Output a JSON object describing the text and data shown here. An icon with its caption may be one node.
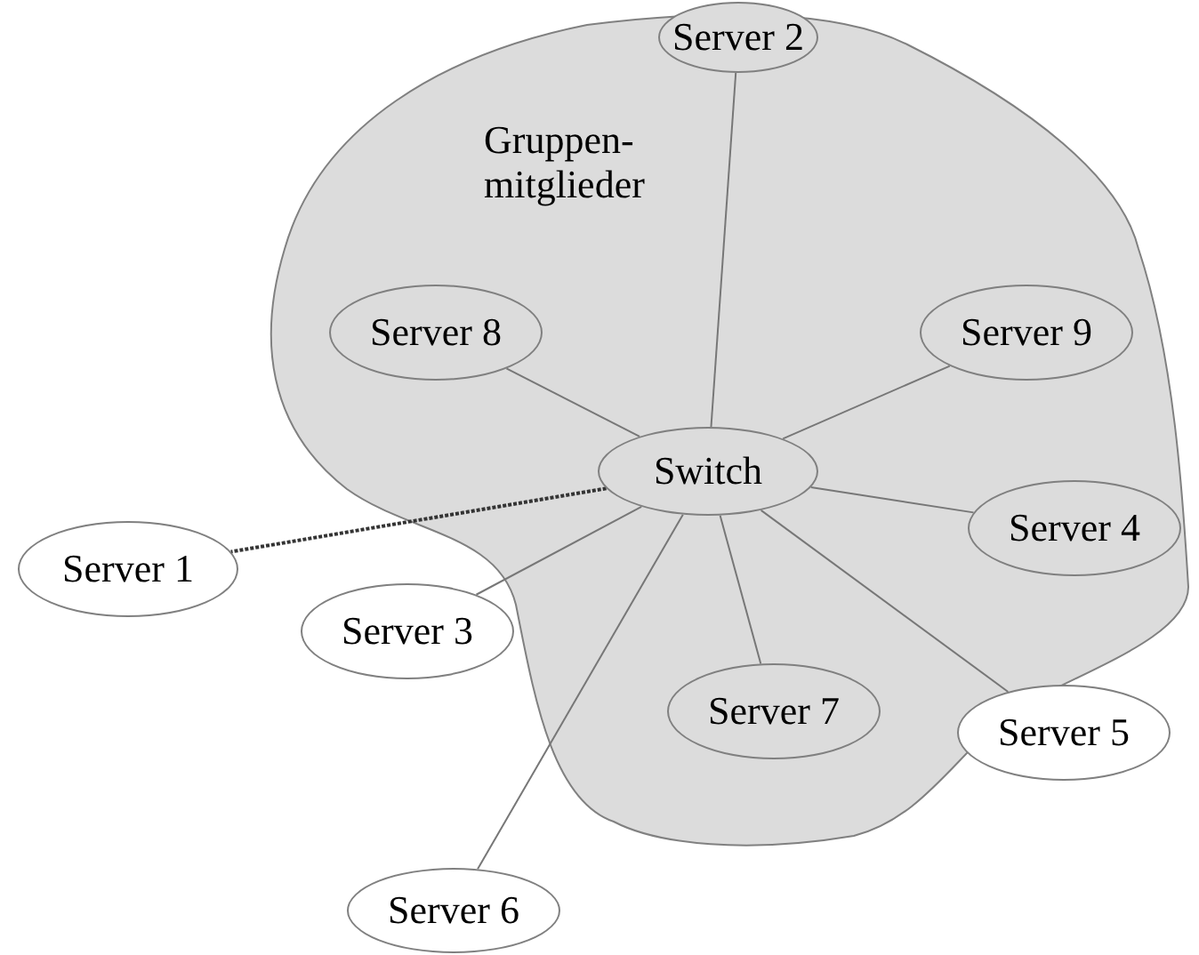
{
  "diagram": {
    "nodes": [
      {
        "text": [
          "Gruppen- mitglieder"
        ]
      },
      {
        "text": [
          "Server 2"
        ],
        "in": 0
      },
      {
        "text": [
          "Server 8"
        ],
        "in": 0
      },
      {
        "text": [
          "Server 9"
        ],
        "in": 0
      },
      {
        "text": [
          "Switch"
        ],
        "in": 0
      },
      {
        "text": [
          "Server 1"
        ]
      },
      {
        "text": [
          "Server 4"
        ],
        "in": 0
      },
      {
        "text": [
          "Server 3"
        ]
      },
      {
        "text": [
          "Server 7"
        ],
        "in": 0
      },
      {
        "text": [
          "Server 5"
        ]
      },
      {
        "text": [
          "Server 6"
        ]
      }
    ],
    "edges": [
      {
        "from": 4,
        "to": 1,
        "arrow": "none"
      },
      {
        "from": 4,
        "to": 2,
        "arrow": "none"
      },
      {
        "from": 4,
        "to": 3,
        "arrow": "none"
      },
      {
        "from": 4,
        "to": 5,
        "arrow": "none",
        "style": "dashed"
      },
      {
        "from": 4,
        "to": 6,
        "arrow": "none"
      },
      {
        "from": 4,
        "to": 7,
        "arrow": "none"
      },
      {
        "from": 4,
        "to": 8,
        "arrow": "none"
      },
      {
        "from": 4,
        "to": 9,
        "arrow": "none"
      },
      {
        "from": 4,
        "to": 10,
        "arrow": "none"
      }
    ]
  }
}
